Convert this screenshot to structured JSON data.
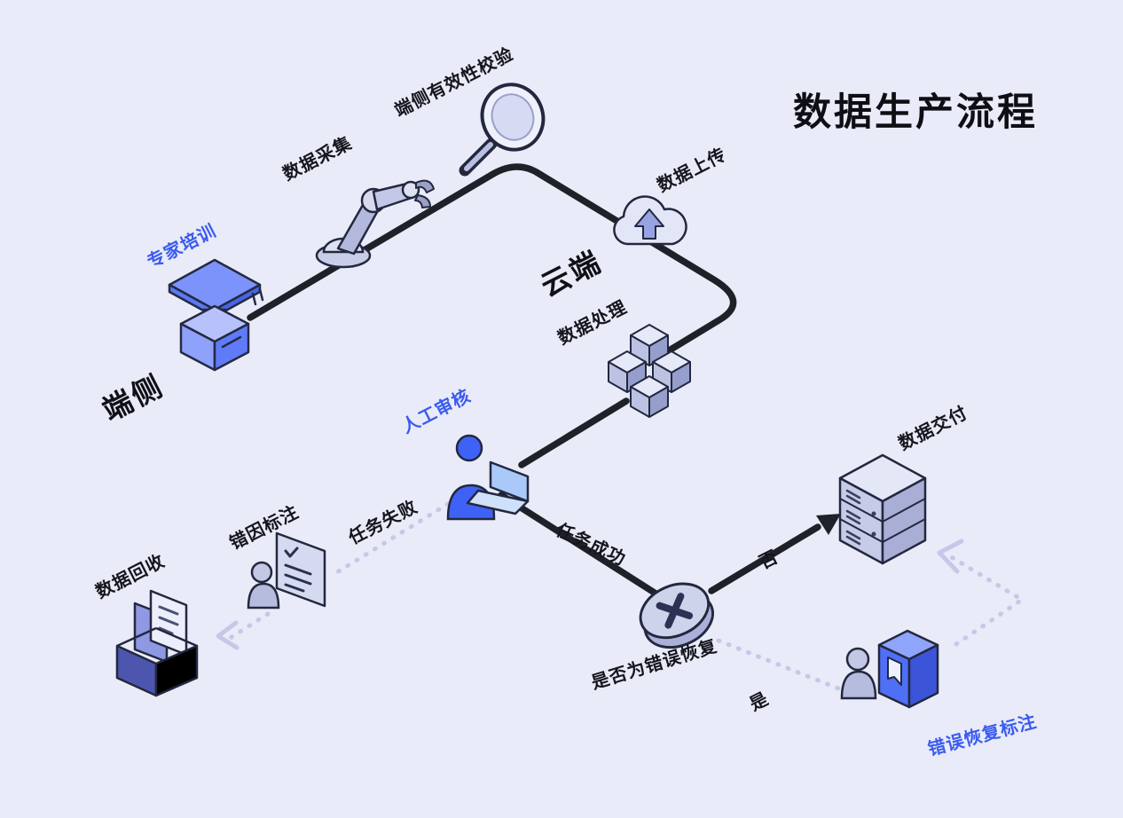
{
  "title": "数据生产流程",
  "zones": {
    "edge": "端侧",
    "cloud": "云端"
  },
  "nodes": {
    "expert_training": "专家培训",
    "data_collection": "数据采集",
    "edge_validation": "端侧有效性校验",
    "data_upload": "数据上传",
    "data_processing": "数据处理",
    "manual_review": "人工审核",
    "error_cause_labeling": "错因标注",
    "data_recycle": "数据回收",
    "decision": "是否为错误恢复",
    "data_delivery": "数据交付",
    "error_recovery_labeling": "错误恢复标注"
  },
  "edges": {
    "task_failed": "任务失败",
    "task_success": "任务成功",
    "no": "否",
    "yes": "是"
  },
  "icons": [
    "podium-icon",
    "robot-arm-icon",
    "magnifier-icon",
    "cloud-upload-icon",
    "cubes-icon",
    "person-laptop-icon",
    "person-document-icon",
    "recycle-box-icon",
    "decision-x-icon",
    "server-icon",
    "person-book-icon"
  ],
  "colors": {
    "background": "#e9ebf8",
    "text": "#15161d",
    "accent_blue": "#3a5bf0",
    "flow_line": "#1f2128",
    "dotted_line": "#c5c9e8"
  }
}
